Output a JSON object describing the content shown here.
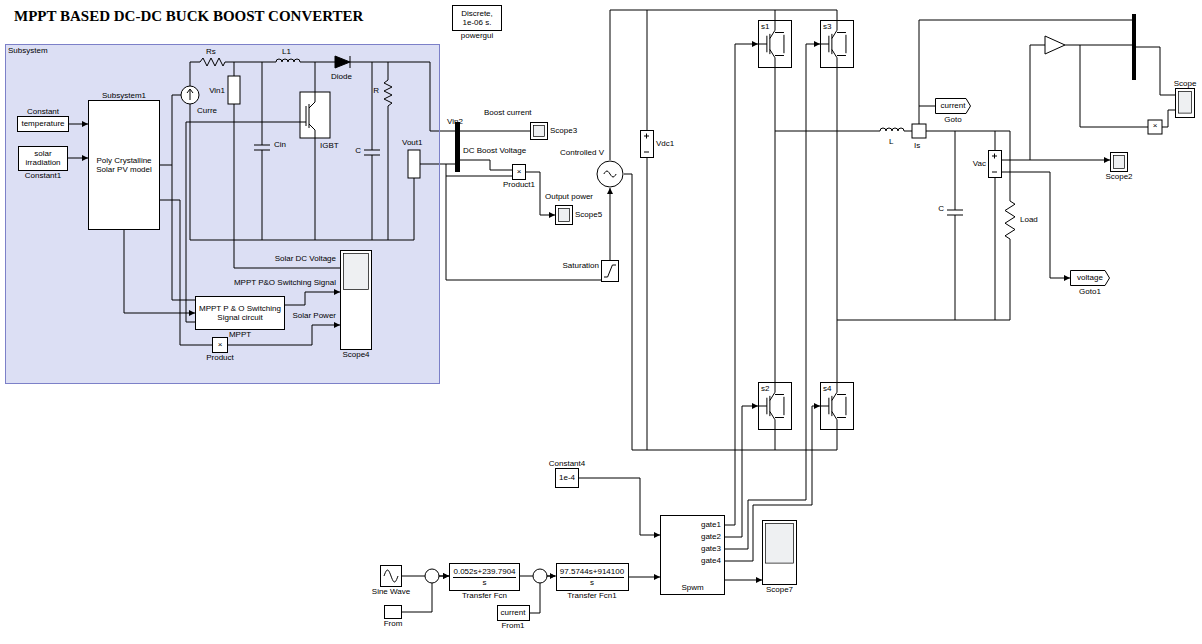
{
  "diagram": {
    "title": "MPPT BASED DC-DC BUCK BOOST CONVERTER",
    "nodes": [
      {
        "text": [
          "Subsystem"
        ]
      },
      {
        "text": [
          "Constant",
          "temperature"
        ],
        "in": 0
      },
      {
        "text": [
          "solar irradiation",
          "Constant1"
        ],
        "in": 0
      },
      {
        "text": [
          "Subsystem1",
          "Poly Crystalline Solar PV model"
        ],
        "in": 0
      },
      {
        "text": [
          "MPPT P & O Switching Signal circuit",
          "MPPT"
        ],
        "in": 0
      },
      {
        "text": [
          "×",
          "Product"
        ],
        "in": 0
      },
      {
        "text": [
          "Scope4"
        ],
        "in": 0
      },
      {
        "text": [
          "Discrete, 1e-06 s.",
          "powergui"
        ]
      },
      {
        "text": [
          "Scope3"
        ]
      },
      {
        "text": [
          "×",
          "Product1"
        ]
      },
      {
        "text": [
          "Scope5"
        ]
      },
      {
        "text": [
          "Controlled V"
        ]
      },
      {
        "text": [
          "Saturation"
        ]
      },
      {
        "text": [
          "Vdc1"
        ]
      },
      {
        "text": [
          "s1"
        ]
      },
      {
        "text": [
          "s3"
        ]
      },
      {
        "text": [
          "s2"
        ]
      },
      {
        "text": [
          "s4"
        ]
      },
      {
        "text": [
          "current",
          "Goto"
        ]
      },
      {
        "text": [
          "Vac"
        ]
      },
      {
        "text": [
          "Load"
        ]
      },
      {
        "text": [
          "voltage",
          "Goto1"
        ]
      },
      {
        "text": [
          "Scope2"
        ]
      },
      {
        "text": [
          "Scope"
        ]
      },
      {
        "text": [
          "1e-4",
          "Constant4"
        ]
      },
      {
        "text": [
          "Spwm"
        ]
      },
      {
        "text": [
          "Scope7"
        ]
      },
      {
        "text": [
          "Sine Wave"
        ]
      },
      {
        "text": [
          "From"
        ]
      },
      {
        "text": [
          "0.052s+239.7904",
          "s",
          "Transfer Fcn"
        ]
      },
      {
        "text": [
          "current",
          "From1"
        ]
      },
      {
        "text": [
          "97.5744s+914100",
          "s",
          "Transfer Fcn1"
        ]
      }
    ],
    "edges": [
      {
        "from": 1,
        "to": 3,
        "arrow": "to"
      },
      {
        "from": 2,
        "to": 3,
        "arrow": "to"
      },
      {
        "from": 3,
        "to": 4,
        "arrow": "to"
      },
      {
        "from": 4,
        "to": 6,
        "arrow": "to"
      },
      {
        "from": 5,
        "to": 6,
        "arrow": "to"
      },
      {
        "from": 9,
        "to": 10,
        "arrow": "to"
      },
      {
        "from": 12,
        "to": 11,
        "arrow": "to"
      },
      {
        "from": 11,
        "to": 14,
        "arrow": "none"
      },
      {
        "from": 11,
        "to": 16,
        "arrow": "none"
      },
      {
        "from": 25,
        "to": 14,
        "arrow": "to"
      },
      {
        "from": 25,
        "to": 16,
        "arrow": "to"
      },
      {
        "from": 25,
        "to": 15,
        "arrow": "to"
      },
      {
        "from": 25,
        "to": 17,
        "arrow": "to"
      },
      {
        "from": 25,
        "to": 26,
        "arrow": "to"
      },
      {
        "from": 24,
        "to": 25,
        "arrow": "to"
      },
      {
        "from": 27,
        "to": 29,
        "arrow": "to"
      },
      {
        "from": 28,
        "to": 29,
        "arrow": "to"
      },
      {
        "from": 29,
        "to": 31,
        "arrow": "to"
      },
      {
        "from": 30,
        "to": 31,
        "arrow": "to"
      },
      {
        "from": 31,
        "to": 25,
        "arrow": "to"
      },
      {
        "from": 19,
        "to": 22,
        "arrow": "to"
      },
      {
        "from": 19,
        "to": 21,
        "arrow": "to"
      }
    ],
    "labels": [
      "Rs",
      "L1",
      "Diode",
      "Curre",
      "Vin1",
      "Cin",
      "IGBT",
      "C",
      "R",
      "Vout1",
      "Solar DC Voltage",
      "MPPT P&O Switching Signal",
      "Solar Power",
      "Vin2",
      "Boost current",
      "DC Boost Voltage",
      "Output power",
      "L",
      "Is",
      "C",
      "×",
      "gate1",
      "gate2",
      "gate3",
      "gate4"
    ]
  }
}
